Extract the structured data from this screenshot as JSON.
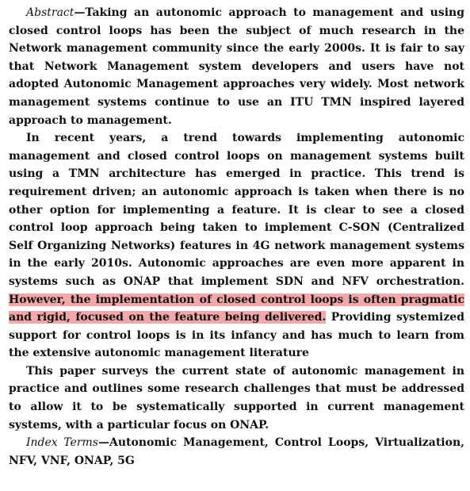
{
  "abstract": {
    "label": "Abstract",
    "dash": "—",
    "text": "Taking an autonomic approach to management and using closed control loops has been the subject of much research in the Network management community since the early 2000s. It is fair to say that Network Management system developers and users have not adopted Autonomic Management approaches very widely. Most network management systems continue to use an ITU TMN inspired layered approach to management."
  },
  "paragraph2": {
    "before": "In recent years, a trend towards implementing autonomic management and closed control loops on management systems built using a TMN architecture has emerged in practice. This trend is requirement driven; an autonomic approach is taken when there is no other option for implementing a feature. It is clear to see a closed control loop approach being taken to implement C-SON (Centralized Self Organizing Networks) features in 4G network management systems in the early 2010s. Autonomic approaches are even more apparent in systems such as ONAP that implement SDN and NFV orchestration. ",
    "highlight": "However, the implementation of closed control loops is often pragmatic and rigid, focused on the feature being delivered.",
    "after": " Providing systemized support for control loops is in its infancy and has much to learn from the extensive autonomic management literature",
    "highlight_color": "#f2a8a8"
  },
  "paragraph3": {
    "text": "This paper surveys the current state of autonomic management in practice and outlines some research challenges that must be addressed to allow it to be systematically supported in current management systems, with a particular focus on ONAP."
  },
  "index_terms": {
    "label": "Index Terms",
    "dash": "—",
    "text": "Autonomic Management, Control Loops, Virtualization, NFV, VNF, ONAP, 5G"
  }
}
